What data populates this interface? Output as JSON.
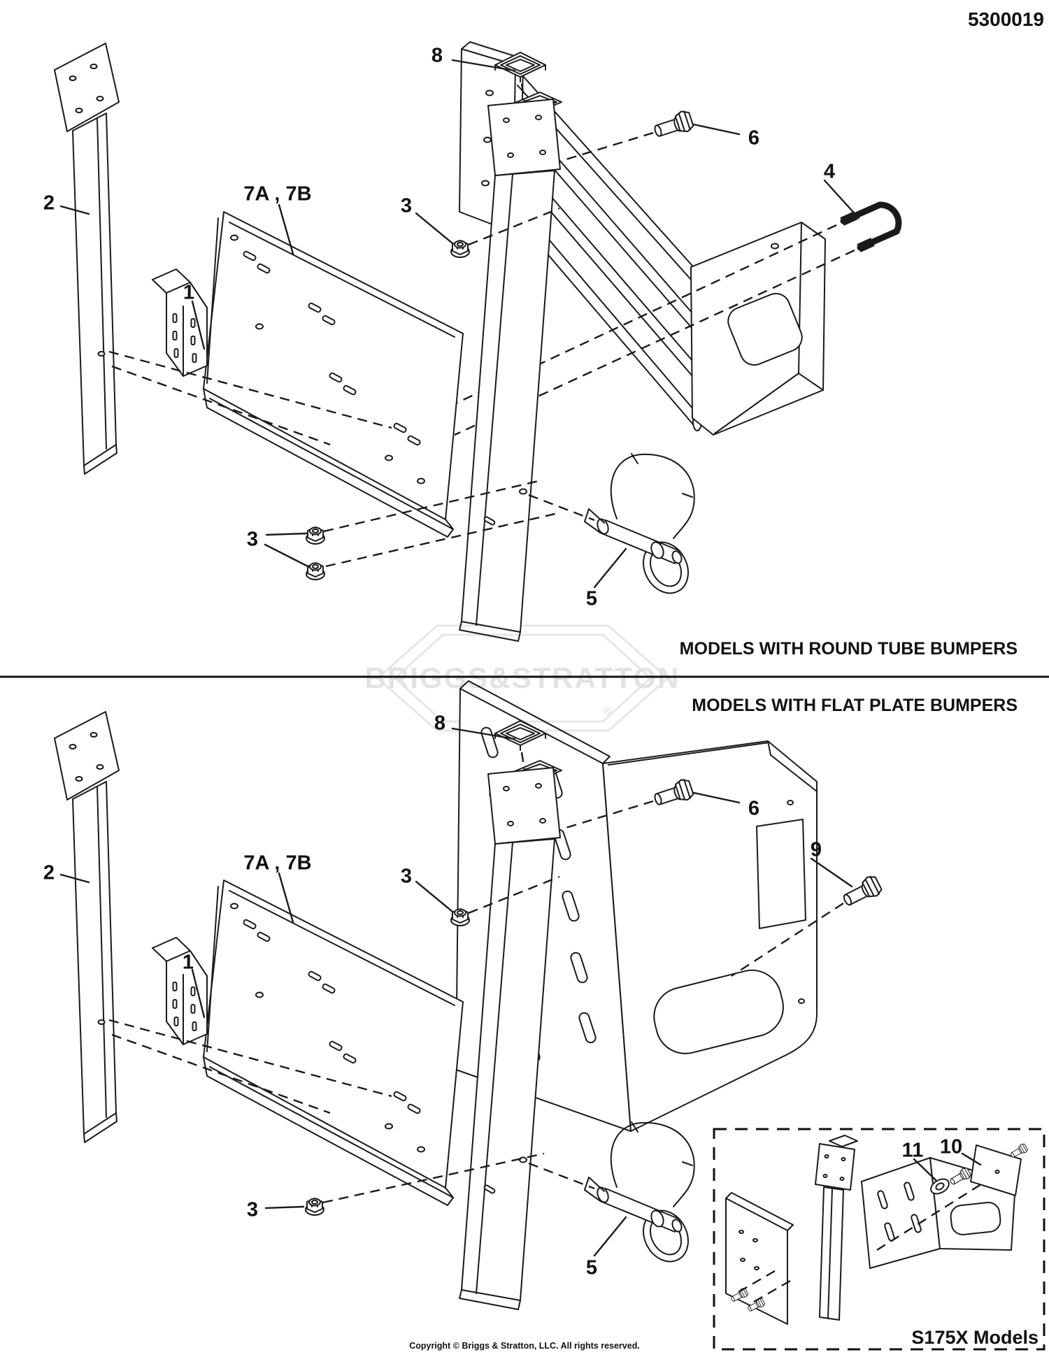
{
  "document": {
    "part_number": "5300019",
    "copyright": "Copyright © Briggs & Stratton, LLC. All rights reserved.",
    "watermark": {
      "text": "BRIGGS&STRATTON",
      "registered": "®",
      "color": "#e7e7e7"
    }
  },
  "sections": {
    "top": {
      "title": "MODELS WITH ROUND TUBE BUMPERS"
    },
    "bottom": {
      "title": "MODELS WITH FLAT PLATE BUMPERS"
    },
    "inset": {
      "title": "S175X Models"
    }
  },
  "callouts": {
    "top": [
      "8",
      "6",
      "4",
      "2",
      "7A , 7B",
      "3",
      "1",
      "3",
      "5"
    ],
    "bottom": [
      "8",
      "6",
      "9",
      "2",
      "7A , 7B",
      "3",
      "1",
      "3",
      "5"
    ],
    "inset": [
      "11",
      "10"
    ]
  },
  "colors": {
    "line": "#1a1a1a",
    "watermark": "#e7e7e7",
    "background": "#ffffff"
  }
}
